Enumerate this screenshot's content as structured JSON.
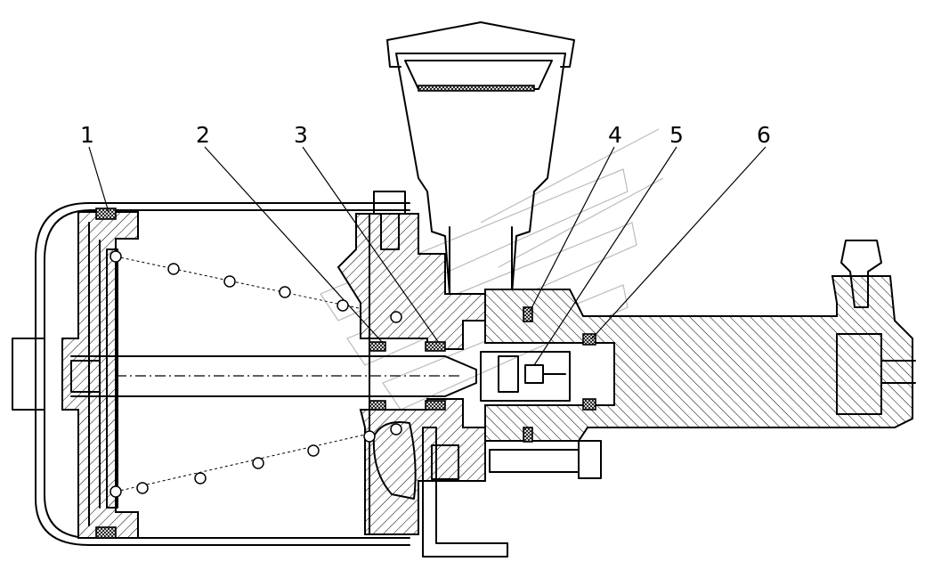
{
  "callouts": [
    {
      "id": "1",
      "label": "1"
    },
    {
      "id": "2",
      "label": "2"
    },
    {
      "id": "3",
      "label": "3"
    },
    {
      "id": "4",
      "label": "4"
    },
    {
      "id": "5",
      "label": "5"
    },
    {
      "id": "6",
      "label": "6"
    }
  ],
  "colors": {
    "line": "#000000",
    "background": "#ffffff",
    "watermark": "#bbbbbb"
  }
}
